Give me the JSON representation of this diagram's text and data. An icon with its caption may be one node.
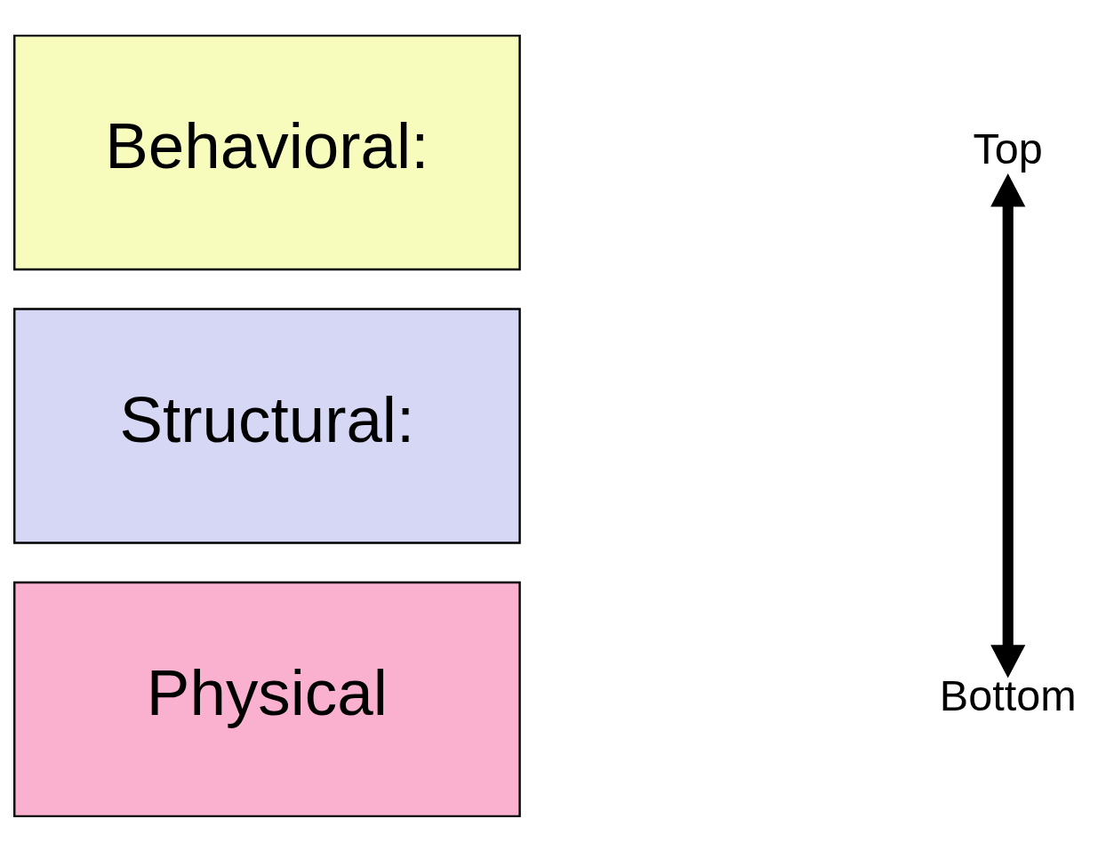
{
  "diagram": {
    "nodes": [
      {
        "text": [
          "Behavioral:"
        ]
      },
      {
        "text": [
          "Structural:"
        ]
      },
      {
        "text": [
          "Physical"
        ]
      },
      {
        "text": [
          "Top"
        ]
      },
      {
        "text": [
          "Bottom"
        ]
      }
    ],
    "edges": [
      {
        "from": 3,
        "to": 4,
        "arrow": "both"
      }
    ]
  }
}
